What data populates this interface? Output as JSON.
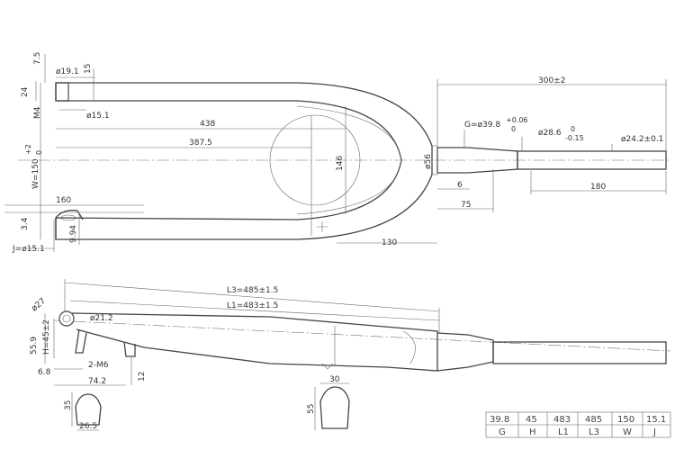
{
  "dimensions": {
    "d_7_5": "7.5",
    "d_phi19_1": "ø19.1",
    "d_15": "15",
    "d_24": "24",
    "d_M4": "M4",
    "d_phi15_1_top": "ø15.1",
    "d_300": "300±2",
    "d_438": "438",
    "d_387_5": "387.5",
    "d_G": "G=ø39.8",
    "d_G_tol_up": "+0.06",
    "d_G_tol_dn": "0",
    "d_phi28_6": "ø28.6",
    "d_phi28_6_tol_up": "0",
    "d_phi28_6_tol_dn": "-0.15",
    "d_phi24_2": "ø24.2±0.1",
    "d_56": "ø56",
    "d_146": "146",
    "d_W": "W=150",
    "d_W_tol_up": "+2",
    "d_W_tol_dn": "0",
    "d_6": "6",
    "d_180": "180",
    "d_160": "160",
    "d_75": "75",
    "d_3_4": "3.4",
    "d_9_94": "9.94",
    "d_J": "J=ø15.1",
    "d_130": "130",
    "d_phi27": "ø27",
    "d_L3": "L3=485±1.5",
    "d_L1": "L1=483±1.5",
    "d_phi21_2": "ø21.2",
    "d_55_9": "55.9",
    "d_H": "H=45±2",
    "d_6_8": "6.8",
    "d_2M6": "2-M6",
    "d_74_2": "74.2",
    "d_12": "12",
    "d_35": "35",
    "d_26_5": "26.5",
    "d_30": "30",
    "d_55": "55"
  },
  "table": {
    "values": [
      "39.8",
      "45",
      "483",
      "485",
      "150",
      "15.1"
    ],
    "labels": [
      "G",
      "H",
      "L1",
      "L3",
      "W",
      "J"
    ]
  }
}
